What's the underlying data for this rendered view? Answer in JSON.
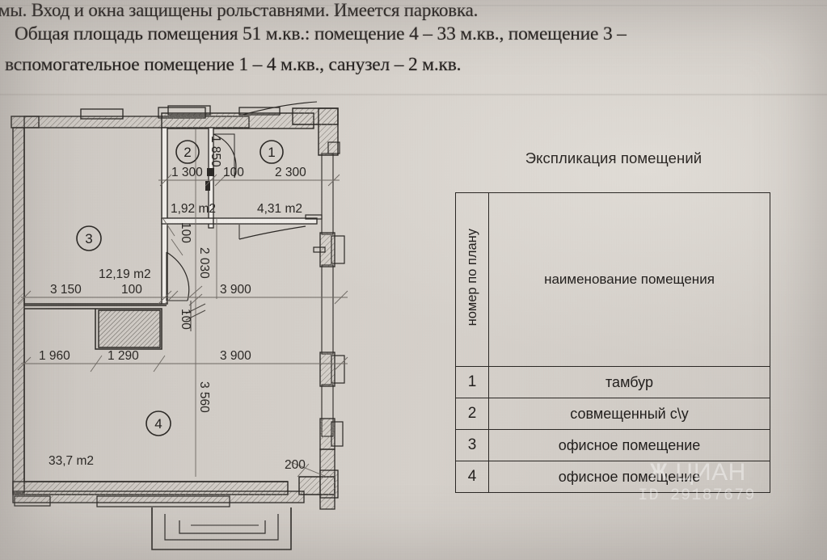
{
  "document": {
    "header_lines": [
      "мы. Вход и окна защищены рольставнями. Имеется парковка.",
      "Общая площадь помещения 51 м.кв.: помещение 4 – 33 м.кв., помещение 3 –",
      "вспомогательное помещение 1 – 4 м.кв., санузел – 2 м.кв."
    ]
  },
  "plan": {
    "room_numbers": [
      "1",
      "2",
      "3",
      "4"
    ],
    "areas": {
      "room1": "4,31 m2",
      "room2": "1,92 m2",
      "room3": "12,19 m2",
      "room4": "33,7 m2"
    },
    "dimensions": {
      "top_room2_width": "1 300",
      "top_wall_thickness": "100",
      "top_room1_width": "2 300",
      "room2_height": "1 850",
      "room3_width": "3 150",
      "room3_wall": "100",
      "right_upper_width": "3 900",
      "mid_wall_100_a": "100",
      "mid_height_2030": "2 030",
      "mid_wall_100_b": "100",
      "lower_left_a": "1 960",
      "lower_left_b": "1 290",
      "right_lower_width": "3 900",
      "room4_height": "3 560",
      "bottom_right_200": "200"
    }
  },
  "explication": {
    "title": "Экспликация помещений",
    "col_headers": [
      "номер по плану",
      "наименование помещения"
    ],
    "rows": [
      {
        "num": "1",
        "name": "тамбур"
      },
      {
        "num": "2",
        "name": "совмещенный с\\у"
      },
      {
        "num": "3",
        "name": "офисное помещение"
      },
      {
        "num": "4",
        "name": "офисное помещение"
      }
    ]
  },
  "watermark": {
    "logo_glyph": "Ж",
    "brand": "ЦИАН",
    "id": "ID 29187679"
  },
  "colors": {
    "paper": "#cdc8c2",
    "ink": "#2b2825",
    "hatch": "#6e6a65"
  }
}
